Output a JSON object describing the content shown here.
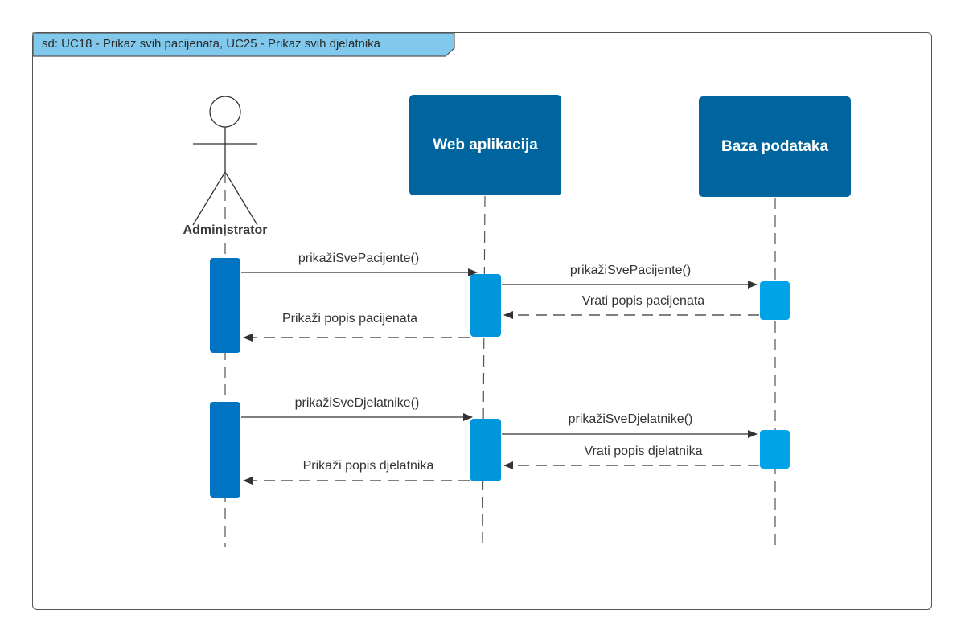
{
  "frame": {
    "label": "sd: UC18 - Prikaz svih pacijenata, UC25 - Prikaz svih djelatnika"
  },
  "participants": {
    "actor": "Administrator",
    "web_app": "Web aplikacija",
    "database": "Baza podataka"
  },
  "messages": [
    {
      "label": "prikažiSvePacijente()",
      "type": "call"
    },
    {
      "label": "prikažiSvePacijente()",
      "type": "call"
    },
    {
      "label": "Vrati popis pacijenata",
      "type": "return"
    },
    {
      "label": "Prikaži popis pacijenata",
      "type": "return"
    },
    {
      "label": "prikažiSveDjelatnike()",
      "type": "call"
    },
    {
      "label": "prikažiSveDjelatnike()",
      "type": "call"
    },
    {
      "label": "Vrati popis djelatnika",
      "type": "return"
    },
    {
      "label": "Prikaži popis djelatnika",
      "type": "return"
    }
  ],
  "colors": {
    "participant_box": "#00659e",
    "actor_activation": "#0073c2",
    "activation_light": "#0096db",
    "frame_tag": "#80c8ec",
    "line": "#333333"
  }
}
